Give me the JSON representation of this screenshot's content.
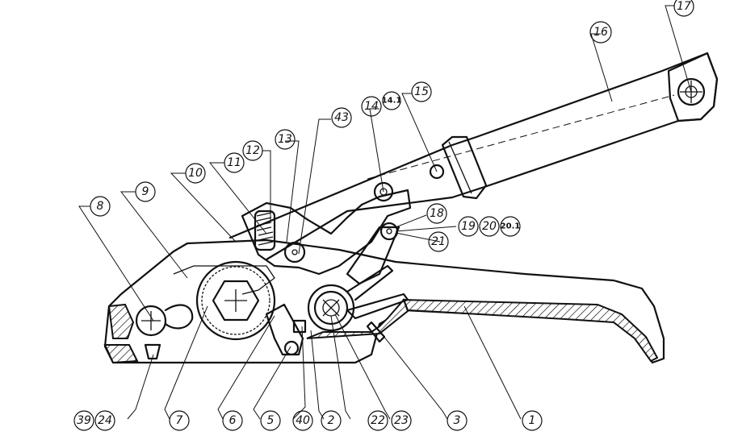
{
  "drawing": {
    "callouts": [
      {
        "id": "c1",
        "label": "1"
      },
      {
        "id": "c2",
        "label": "2"
      },
      {
        "id": "c3",
        "label": "3"
      },
      {
        "id": "c5",
        "label": "5"
      },
      {
        "id": "c6",
        "label": "6"
      },
      {
        "id": "c7",
        "label": "7"
      },
      {
        "id": "c8",
        "label": "8"
      },
      {
        "id": "c9",
        "label": "9"
      },
      {
        "id": "c10",
        "label": "10"
      },
      {
        "id": "c11",
        "label": "11"
      },
      {
        "id": "c12",
        "label": "12"
      },
      {
        "id": "c13",
        "label": "13"
      },
      {
        "id": "c14",
        "label": "14"
      },
      {
        "id": "c141",
        "label": "14.1"
      },
      {
        "id": "c15",
        "label": "15"
      },
      {
        "id": "c16",
        "label": "16"
      },
      {
        "id": "c17",
        "label": "17"
      },
      {
        "id": "c18",
        "label": "18"
      },
      {
        "id": "c19",
        "label": "19"
      },
      {
        "id": "c20",
        "label": "20"
      },
      {
        "id": "c201",
        "label": "20.1"
      },
      {
        "id": "c21",
        "label": "21"
      },
      {
        "id": "c22",
        "label": "22"
      },
      {
        "id": "c23",
        "label": "23"
      },
      {
        "id": "c24",
        "label": "24"
      },
      {
        "id": "c39",
        "label": "39"
      },
      {
        "id": "c40",
        "label": "40"
      },
      {
        "id": "c43",
        "label": "43"
      }
    ]
  }
}
